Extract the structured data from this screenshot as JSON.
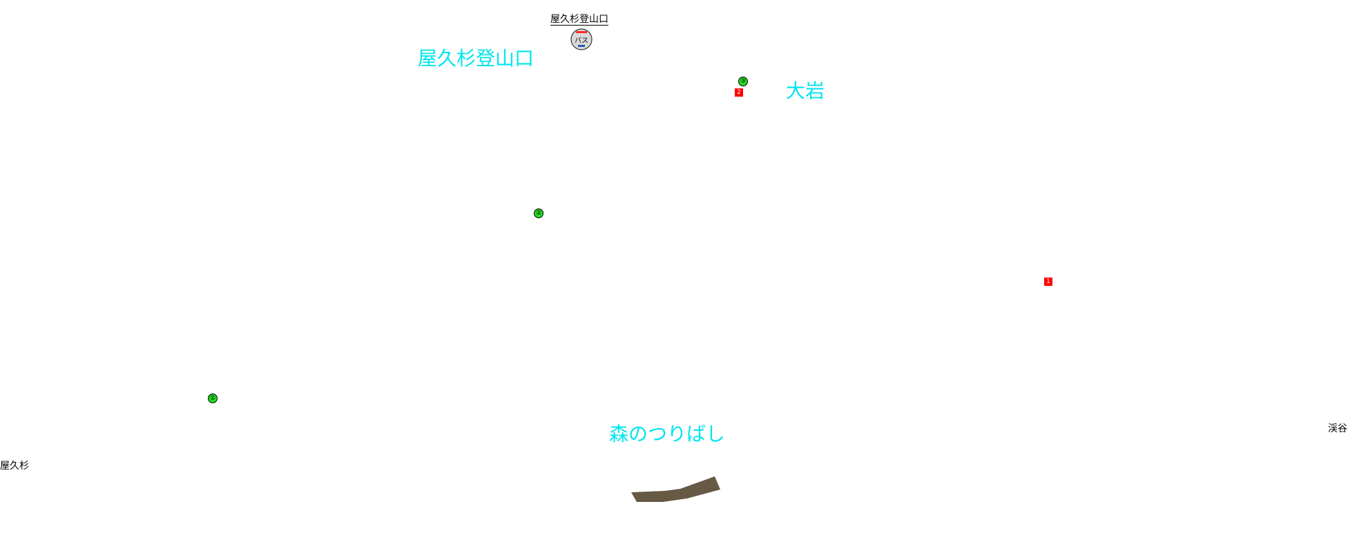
{
  "bus_stop": {
    "name": "屋久杉登山口",
    "icon_text": "バス",
    "icon": "bus-stop-icon"
  },
  "area_labels": {
    "trailhead": "屋久杉登山口",
    "big_rock": "大岩",
    "suspension_bridge": "森のつりばし"
  },
  "edge_labels": {
    "yakusugi": "屋久杉",
    "keikoku": "渓谷"
  },
  "green_markers": [
    "①",
    "②",
    "③"
  ],
  "red_markers": [
    "1",
    "2"
  ],
  "colors": {
    "area_label": "#00e5ee",
    "green_marker": "#22dd22",
    "red_marker": "#ff0000",
    "bridge": "#665a45",
    "background": "#ffffff"
  }
}
